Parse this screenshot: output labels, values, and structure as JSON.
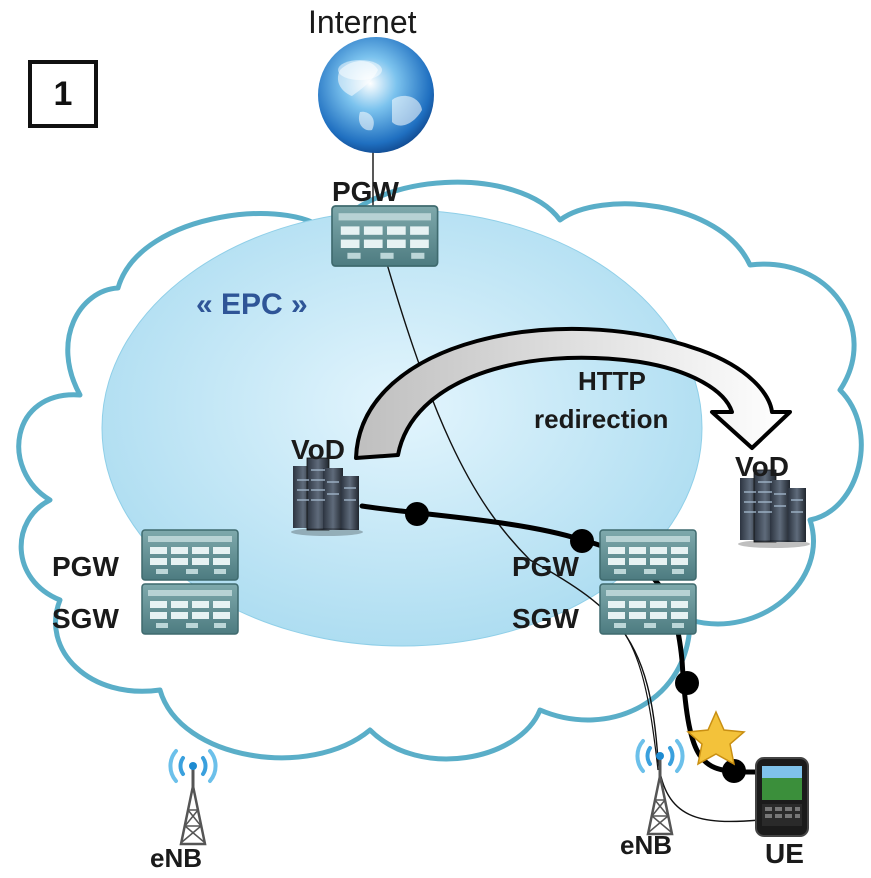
{
  "step_number": "1",
  "labels": {
    "internet": "Internet",
    "pgw_top": "PGW",
    "epc": "« EPC »",
    "http_redirection_line1": "HTTP",
    "http_redirection_line2": "redirection",
    "vod_left": "VoD",
    "vod_right": "VoD",
    "pgw_left": "PGW",
    "sgw_left": "SGW",
    "pgw_right": "PGW",
    "sgw_right": "SGW",
    "enb_left": "eNB",
    "enb_right": "eNB",
    "ue": "UE"
  },
  "colors": {
    "cloud_stroke": "#5aaec8",
    "epc_fill_light": "#d9f1fb",
    "epc_fill_dark": "#aeddf1",
    "epc_text": "#2f5597",
    "server_rack": "#5f8f93",
    "path": "#000000"
  },
  "icons": [
    "globe-icon",
    "server-rack-icon",
    "vod-server-icon",
    "antenna-tower-icon",
    "phone-icon",
    "star-icon"
  ]
}
